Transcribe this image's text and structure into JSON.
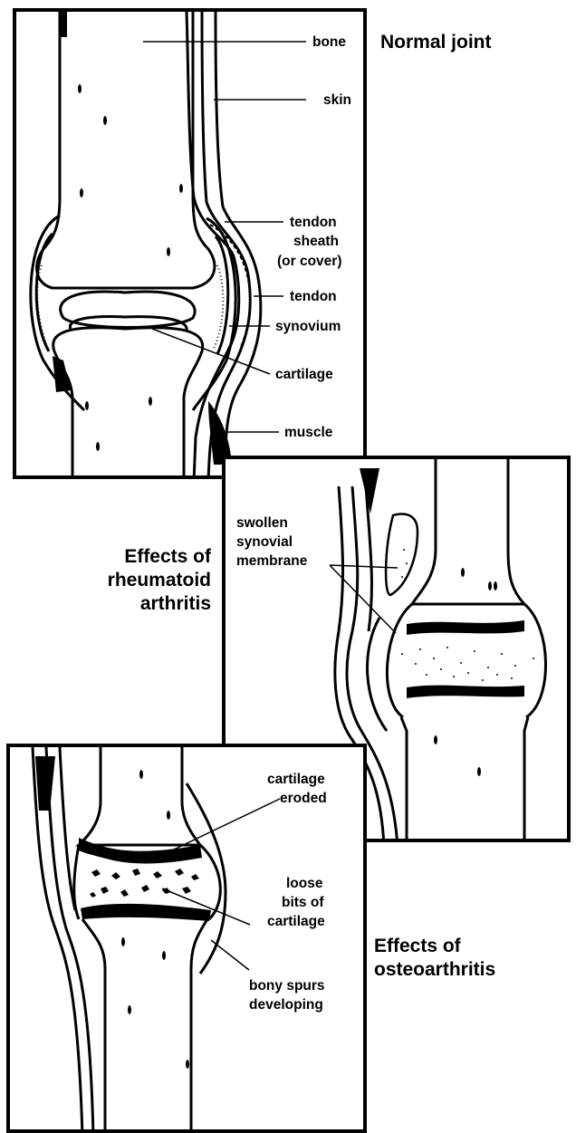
{
  "normal_joint": {
    "title": "Normal joint",
    "labels": {
      "bone": "bone",
      "skin": "skin",
      "tendon_sheath": [
        "tendon",
        "sheath",
        "(or cover)"
      ],
      "tendon": "tendon",
      "synovium": "synovium",
      "cartilage": "cartilage",
      "muscle": "muscle"
    }
  },
  "rheumatoid": {
    "title_lines": [
      "Effects of",
      "rheumatoid",
      "arthritis"
    ],
    "labels": {
      "swollen_synovial_membrane": [
        "swollen",
        "synovial",
        "membrane"
      ]
    }
  },
  "osteoarthritis": {
    "title_lines": [
      "Effects of",
      "osteoarthritis"
    ],
    "labels": {
      "cartilage_eroded": [
        "cartilage",
        "eroded"
      ],
      "loose_bits": [
        "loose",
        "bits of",
        "cartilage"
      ],
      "bony_spurs": [
        "bony spurs",
        "developing"
      ]
    }
  }
}
